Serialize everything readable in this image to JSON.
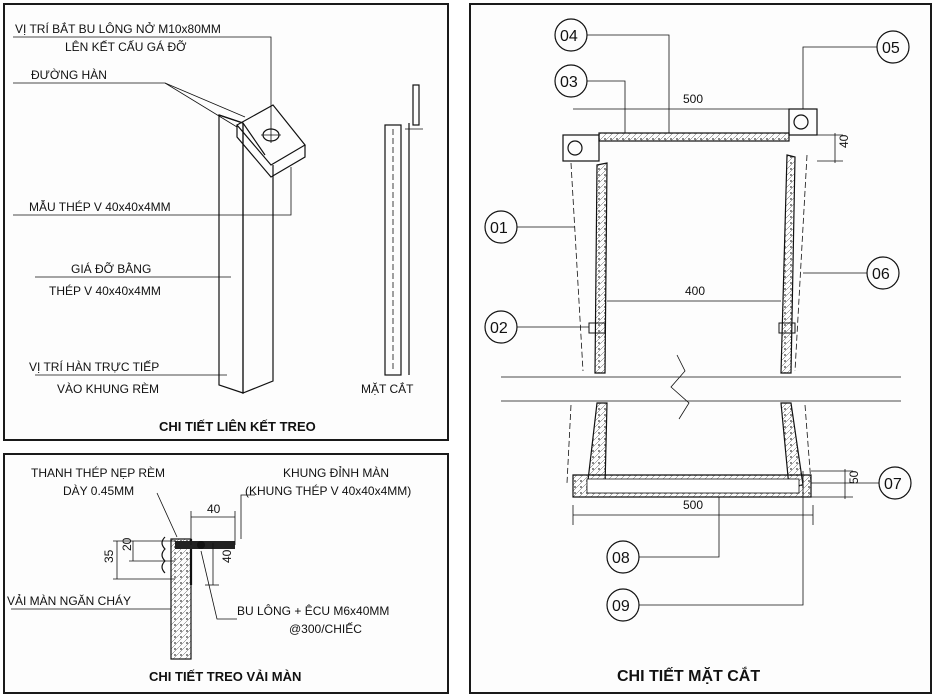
{
  "detail_hanging_connection": {
    "title": "CHI TIẾT LIÊN KẾT TREO",
    "bolt_position_line1": "VỊ TRÍ BẮT BU LÔNG NỞ M10x80MM",
    "bolt_position_line2": "LÊN KẾT CẤU GÁ ĐỠ",
    "weld_seam": "ĐƯỜNG HÀN",
    "steel_piece": "MẪU  THÉP V 40x40x4MM",
    "bracket_line1": "GIÁ ĐỠ BẰNG",
    "bracket_line2": "THÉP V 40x40x4MM",
    "weld_direct_line1": "VỊ TRÍ HÀN TRỰC TIẾP",
    "weld_direct_line2": "VÀO KHUNG RÈM",
    "section_label": "MẶT CẮT"
  },
  "detail_hanging_fabric": {
    "title": "CHI TIẾT TREO VẢI MÀN",
    "strip_line1": "THANH THÉP NẸP RÈM",
    "strip_line2": "DÀY 0.45MM",
    "frame_line1": "KHUNG ĐỈNH MÀN",
    "frame_line2": "(KHUNG THÉP V 40x40x4MM)",
    "fabric": "VẢI MÀN NGĂN CHÁY",
    "bolt_line1": "BU LÔNG + ÊCU M6x40MM",
    "bolt_line2": "@300/CHIẾC",
    "dim_top": "40",
    "dim_35": "35",
    "dim_20": "20",
    "dim_40": "40"
  },
  "detail_section": {
    "title": "CHI TIẾT MẶT CẮT",
    "callouts": [
      "04",
      "03",
      "05",
      "01",
      "06",
      "02",
      "07",
      "08",
      "09"
    ],
    "dim_top": "500",
    "dim_mid": "400",
    "dim_bottom": "500",
    "dim_40": "40",
    "dim_50": "50"
  }
}
